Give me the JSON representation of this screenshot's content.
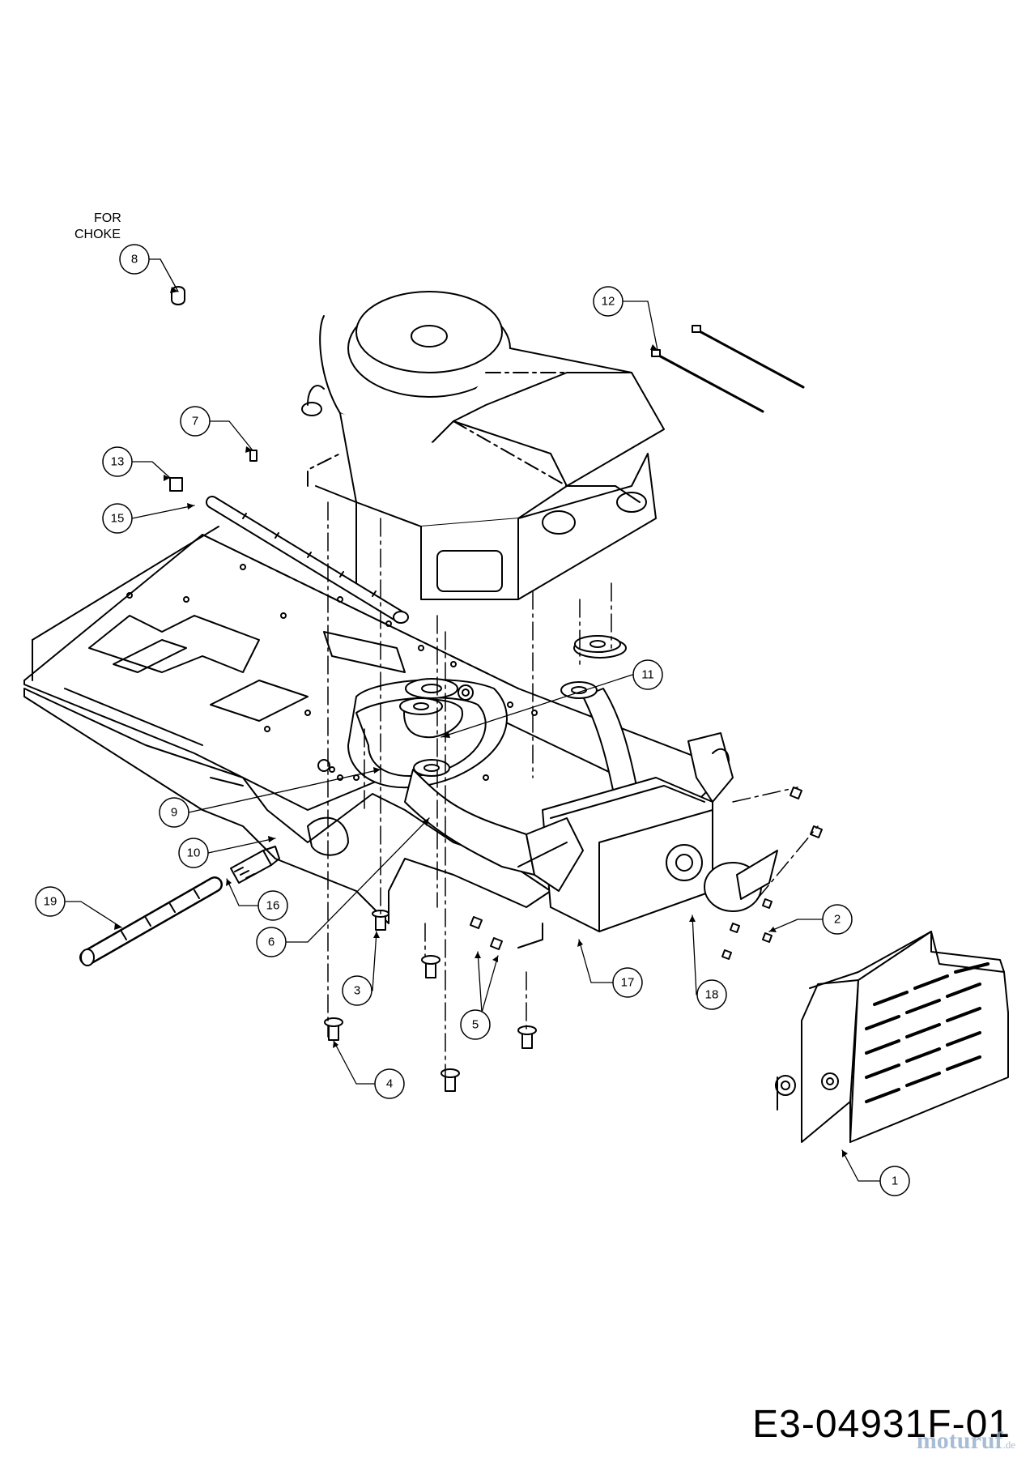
{
  "note": {
    "line1": "FOR",
    "line2": "CHOKE"
  },
  "doc_number": "E3-04931F-01",
  "watermark": {
    "text": "moturuf",
    "tld": ".de"
  },
  "callouts": [
    {
      "id": "c1",
      "label": "1"
    },
    {
      "id": "c2",
      "label": "2"
    },
    {
      "id": "c3",
      "label": "3"
    },
    {
      "id": "c4",
      "label": "4"
    },
    {
      "id": "c5",
      "label": "5"
    },
    {
      "id": "c6",
      "label": "6"
    },
    {
      "id": "c7",
      "label": "7"
    },
    {
      "id": "c8",
      "label": "8"
    },
    {
      "id": "c9",
      "label": "9"
    },
    {
      "id": "c10",
      "label": "10"
    },
    {
      "id": "c11",
      "label": "11"
    },
    {
      "id": "c12",
      "label": "12"
    },
    {
      "id": "c13",
      "label": "13"
    },
    {
      "id": "c15",
      "label": "15"
    },
    {
      "id": "c16",
      "label": "16"
    },
    {
      "id": "c17",
      "label": "17"
    },
    {
      "id": "c18",
      "label": "18"
    },
    {
      "id": "c19",
      "label": "19"
    }
  ]
}
